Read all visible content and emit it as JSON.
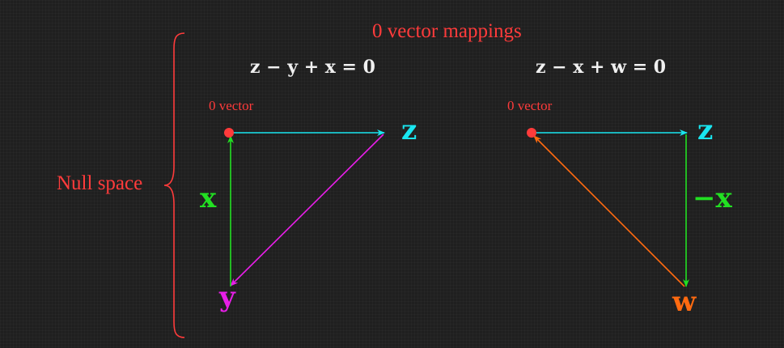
{
  "title": "0 vector mappings",
  "null_space_label": "Null space",
  "left": {
    "equation": "z − y + x = 0",
    "origin_label": "0 vector",
    "labels": {
      "z": "z",
      "x": "x",
      "y": "y"
    }
  },
  "right": {
    "equation": "z − x + w = 0",
    "origin_label": "0 vector",
    "labels": {
      "z": "z",
      "neg_x": "−x",
      "w": "w"
    }
  },
  "colors": {
    "accent_red": "#ff3b3b",
    "z": "#19e6f0",
    "x": "#22e022",
    "y": "#e81ee8",
    "w": "#ff6a10",
    "equation": "#f0f0f0"
  }
}
